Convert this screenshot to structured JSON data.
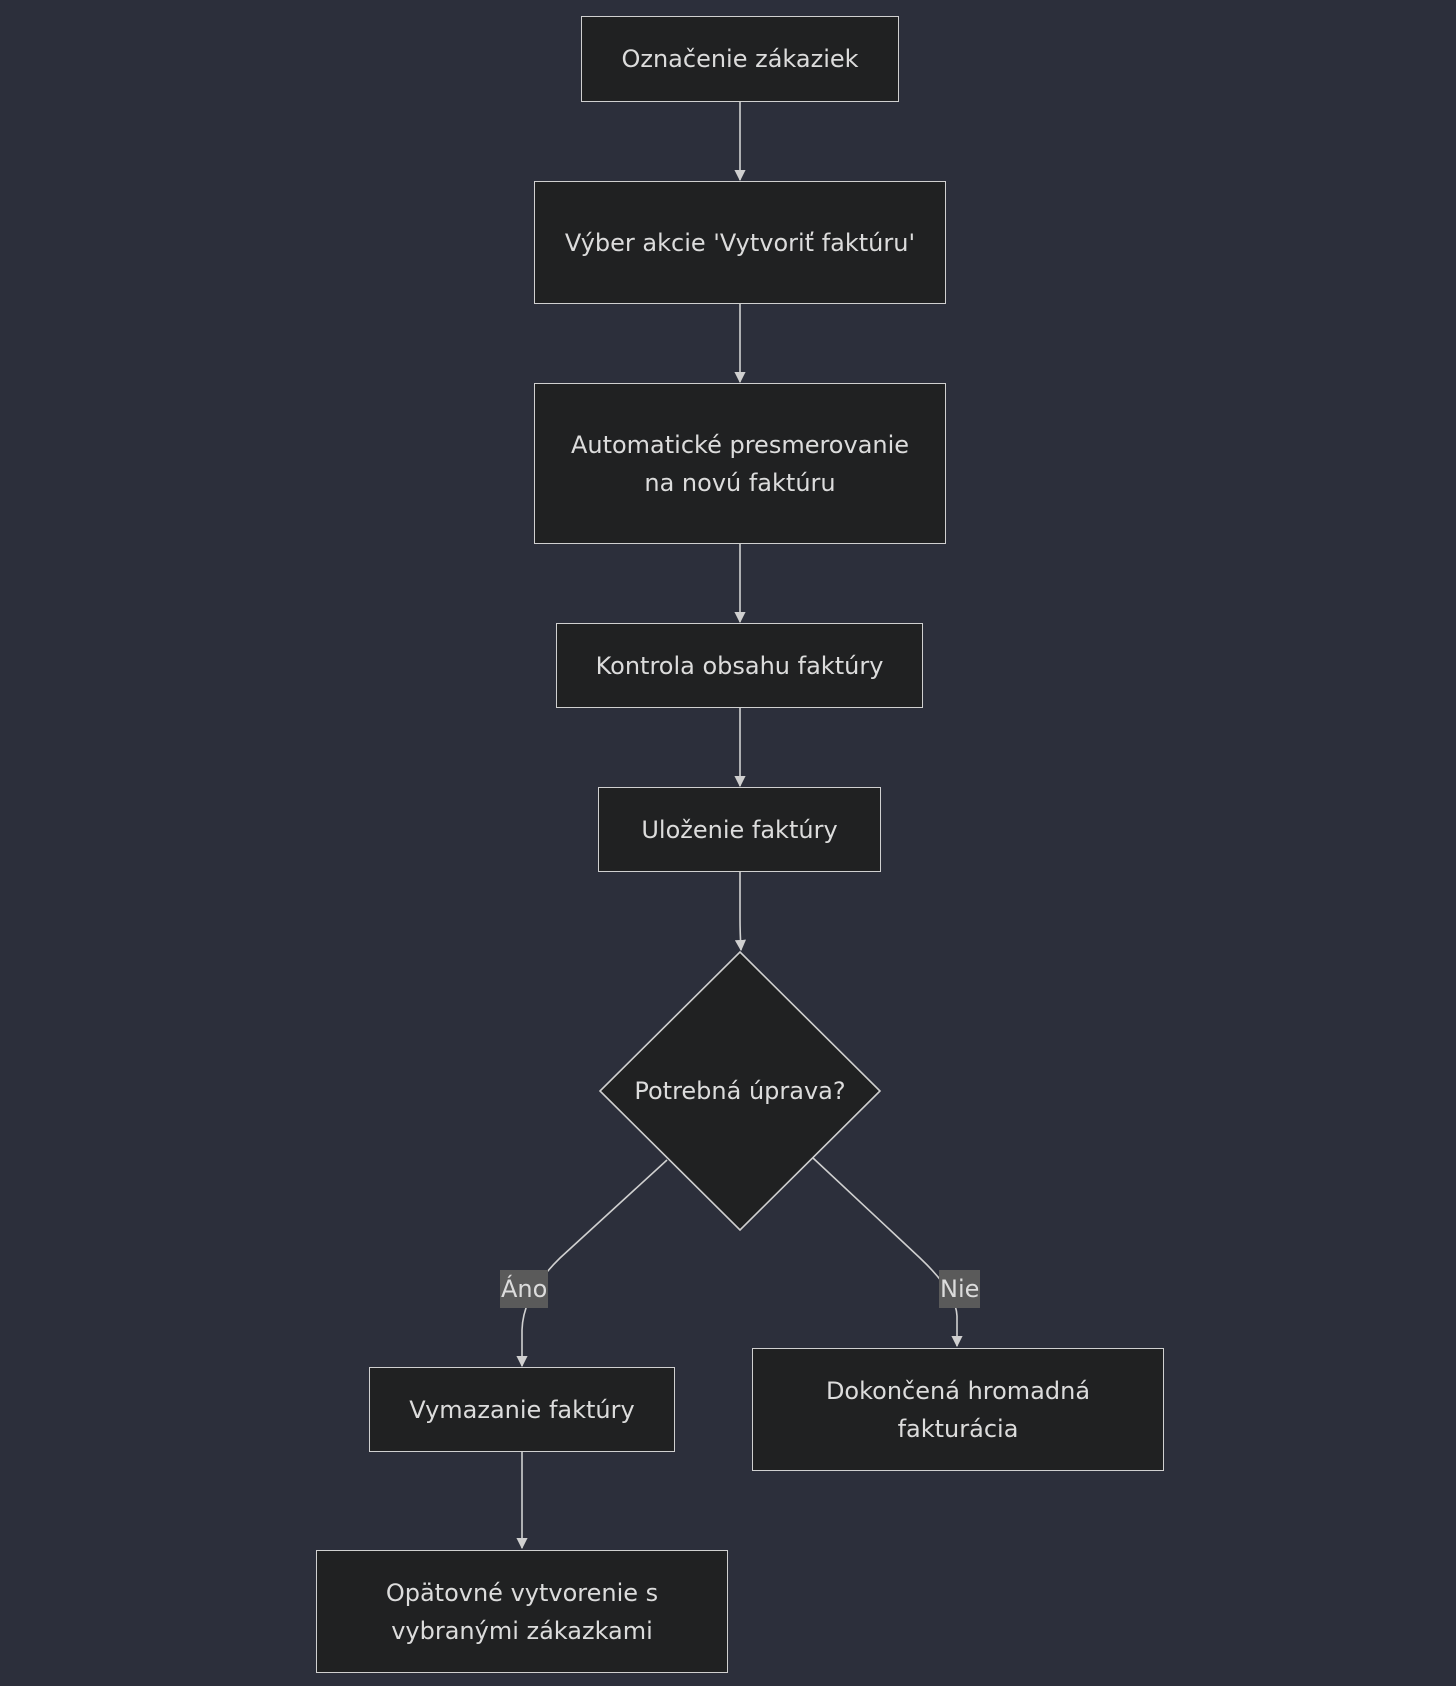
{
  "flowchart": {
    "nodes": {
      "mark_orders": "Označenie zákaziek",
      "select_action": "Výber akcie 'Vytvoriť faktúru'",
      "auto_redirect": "Automatické presmerovanie na novú faktúru",
      "check_content": "Kontrola obsahu faktúry",
      "save_invoice": "Uloženie faktúry",
      "decision": "Potrebná úprava?",
      "delete_invoice": "Vymazanie faktúry",
      "done": "Dokončená hromadná fakturácia",
      "recreate": "Opätovné vytvorenie s vybranými zákazkami"
    },
    "edge_labels": {
      "yes": "Áno",
      "no": "Nie"
    },
    "colors": {
      "background": "#2c2f3b",
      "node_fill": "#202122",
      "node_stroke": "#d0d0d0",
      "text": "#dcdcdc",
      "edge_label_bg": "#5a5a5a"
    }
  }
}
